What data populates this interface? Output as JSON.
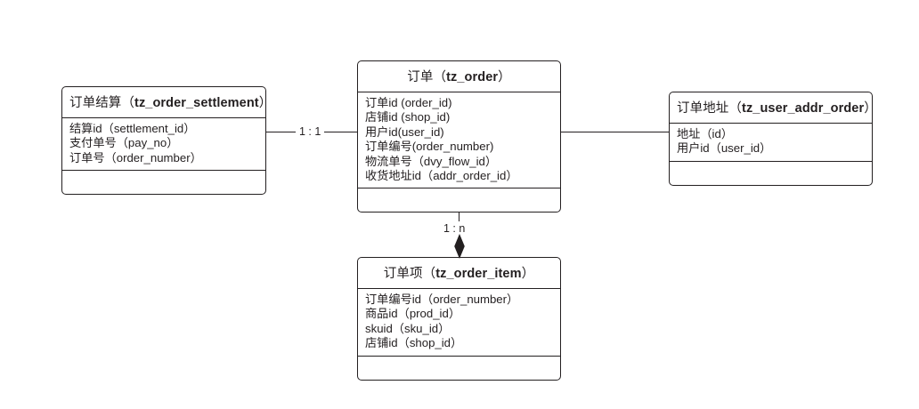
{
  "diagram": {
    "title": "order-er-diagram",
    "background": "#ffffff",
    "line_color": "#231f20"
  },
  "entities": {
    "order_settlement": {
      "cn_name": "订单结算",
      "open_paren": "（",
      "table_name": "tz_order_settlement",
      "close_paren": "）",
      "attributes": [
        "结算id（settlement_id）",
        "支付单号（pay_no）",
        "订单号（order_number）"
      ]
    },
    "order": {
      "cn_name": "订单",
      "open_paren": "（",
      "table_name": "tz_order",
      "close_paren": "）",
      "attributes": [
        "订单id (order_id)",
        "店铺id (shop_id)",
        "用户id(user_id)",
        "订单编号(order_number)",
        "物流单号（dvy_flow_id）",
        "收货地址id（addr_order_id）"
      ]
    },
    "user_addr_order": {
      "cn_name": "订单地址",
      "open_paren": "（",
      "table_name": "tz_user_addr_order",
      "close_paren": "）",
      "attributes": [
        "地址（id）",
        "用户id（user_id）"
      ]
    },
    "order_item": {
      "cn_name": "订单项",
      "open_paren": "（",
      "table_name": "tz_order_item",
      "close_paren": "）",
      "attributes": [
        "订单编号id（order_number）",
        "商品id（prod_id）",
        "skuid（sku_id）",
        "店铺id（shop_id）"
      ]
    }
  },
  "relationships": {
    "settlement_to_order": {
      "label": "1 : 1"
    },
    "order_to_item": {
      "label": "1 : n"
    },
    "order_to_address": {
      "label": ""
    }
  }
}
